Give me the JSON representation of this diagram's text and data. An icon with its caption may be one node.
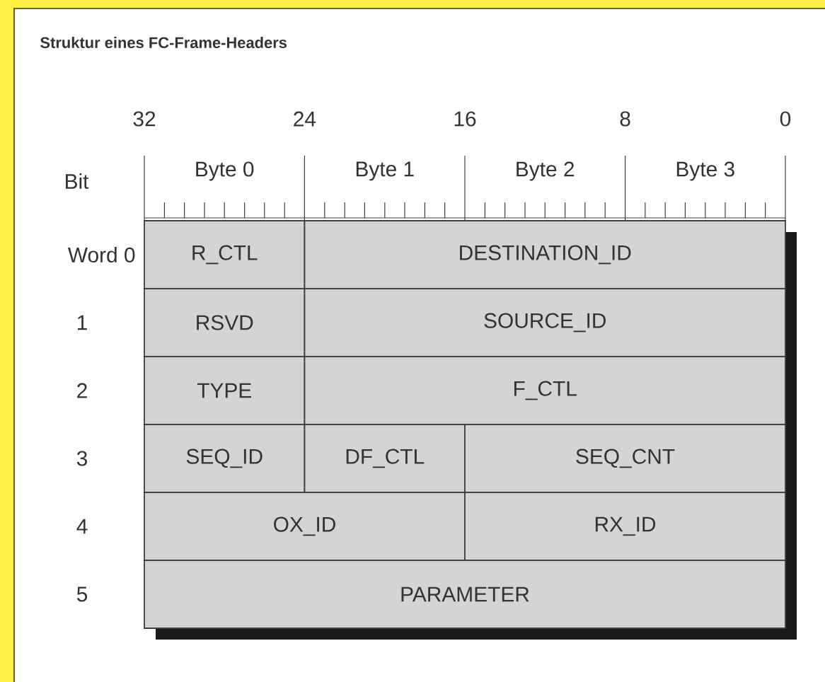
{
  "diagram": {
    "title": "Struktur eines FC-Frame-Headers",
    "nodes": [
      {
        "text": [
          "R_CTL"
        ]
      },
      {
        "text": [
          "DESTINATION_ID"
        ]
      },
      {
        "text": [
          "RSVD"
        ]
      },
      {
        "text": [
          "SOURCE_ID"
        ]
      },
      {
        "text": [
          "TYPE"
        ]
      },
      {
        "text": [
          "F_CTL"
        ]
      },
      {
        "text": [
          "SEQ_ID"
        ]
      },
      {
        "text": [
          "DF_CTL"
        ]
      },
      {
        "text": [
          "SEQ_CNT"
        ]
      },
      {
        "text": [
          "OX_ID"
        ]
      },
      {
        "text": [
          "RX_ID"
        ]
      },
      {
        "text": [
          "PARAMETER"
        ]
      }
    ],
    "labels": [
      "32",
      "24",
      "16",
      "8",
      "0",
      "Bit",
      "Byte 0",
      "Byte 1",
      "Byte 2",
      "Byte 3",
      "Word 0",
      "1",
      "2",
      "3",
      "4",
      "5"
    ]
  }
}
